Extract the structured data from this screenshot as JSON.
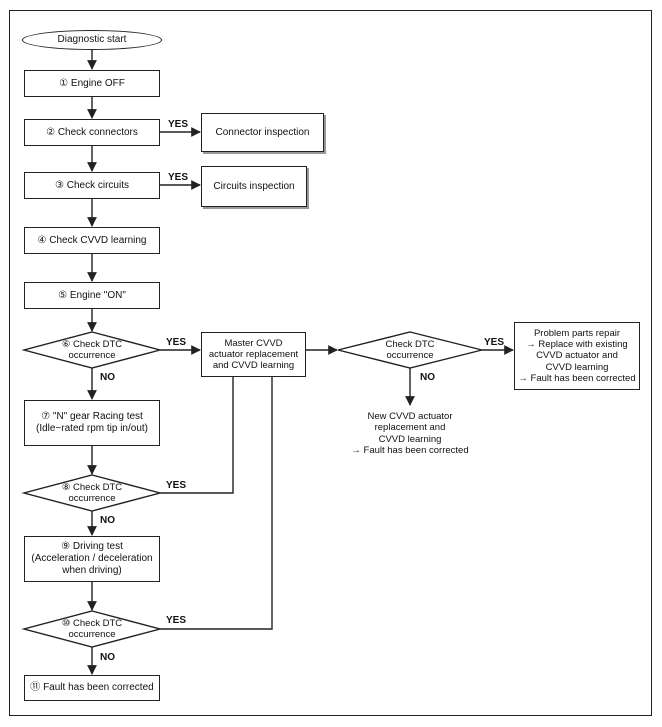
{
  "nodes": {
    "start": "Diagnostic start",
    "engine_off": "① Engine OFF",
    "check_connectors": "② Check connectors",
    "connector_inspection": "Connector inspection",
    "check_circuits": "③ Check circuits",
    "circuits_inspection": "Circuits inspection",
    "check_cvvd_learning": "④ Check CVVD learning",
    "engine_on": "⑤ Engine \"ON\"",
    "dtc6": "⑥ Check DTC\noccurrence",
    "master": "Master CVVD\nactuator replacement\nand CVVD learning",
    "dtc_right": "Check DTC\noccurrence",
    "problem_parts": "Problem parts repair\n→ Replace with existing\nCVVD actuator and\nCVVD learning\n→ Fault has been corrected",
    "new_actuator": "New CVVD actuator\nreplacement and\nCVVD learning\n→ Fault has been corrected",
    "racing_test": "⑦ \"N\" gear Racing test\n(Idle~rated rpm tip in/out)",
    "dtc8": "⑧ Check DTC\noccurrence",
    "driving_test": "⑨ Driving test\n(Acceleration / deceleration\nwhen driving)",
    "dtc10": "⑩ Check DTC\noccurrence",
    "fault_corrected": "⑪ Fault has been corrected"
  },
  "labels": {
    "yes": "YES",
    "no": "NO"
  }
}
